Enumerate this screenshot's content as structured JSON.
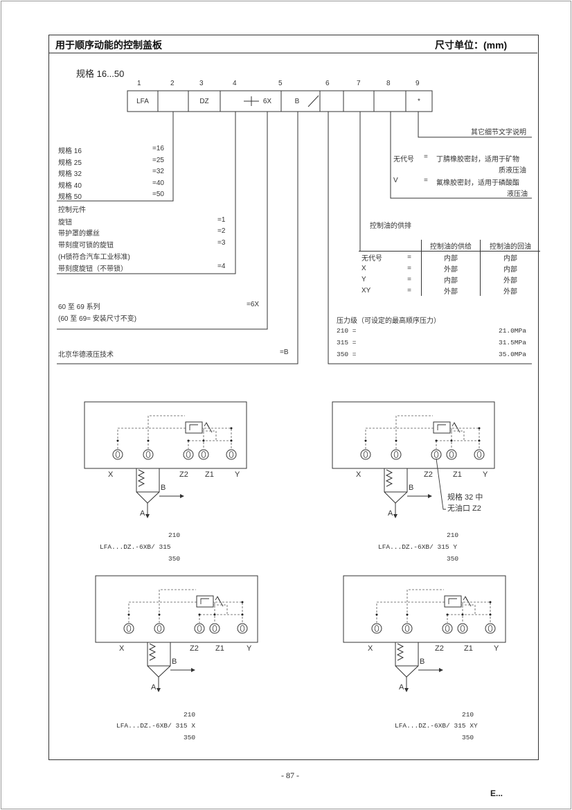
{
  "header": {
    "title": "用于顺序动能的控制盖板",
    "unit": "尺寸单位：(mm)"
  },
  "ordering": {
    "label": "规格 16...50",
    "positions": [
      "1",
      "2",
      "3",
      "4",
      "5",
      "6",
      "7",
      "8",
      "9"
    ],
    "codes": {
      "c1": "LFA",
      "c3": "DZ",
      "c4": "6X",
      "c5": "B",
      "c9": "*"
    }
  },
  "details_note": "其它细节文字说明",
  "sizes": [
    {
      "name": "规格 16",
      "code": "=16"
    },
    {
      "name": "规格 25",
      "code": "=25"
    },
    {
      "name": "规格 32",
      "code": "=32"
    },
    {
      "name": "规格 40",
      "code": "=40"
    },
    {
      "name": "规格 50",
      "code": "=50"
    }
  ],
  "seals": {
    "row1_code": "无代号",
    "row1_eq": "=",
    "row1_l1": "丁腈橡胶密封，适用于矿物",
    "row1_l2": "质液压油",
    "row2_code": "V",
    "row2_eq": "=",
    "row2_l1": "氟橡胶密封，适用于磷酸酯",
    "row2_l2": "液压油"
  },
  "control": {
    "title": "控制元件",
    "items": [
      {
        "name": "旋钮",
        "code": "=1"
      },
      {
        "name": "带护罩的螺丝",
        "code": "=2"
      },
      {
        "name": "带刻度可锁的旋钮",
        "code": "=3"
      },
      {
        "name": "(H锁符合汽车工业标准)",
        "code": ""
      },
      {
        "name": "带刻度旋钮（不带锁）",
        "code": "=4"
      }
    ]
  },
  "supply": {
    "title": "控制油的供排",
    "col_supply": "控制油的供给",
    "col_return": "控制油的回油",
    "rows": [
      {
        "code": "无代号",
        "eq": "=",
        "supply": "内部",
        "ret": "内部"
      },
      {
        "code": "X",
        "eq": "=",
        "supply": "外部",
        "ret": "内部"
      },
      {
        "code": "Y",
        "eq": "=",
        "supply": "内部",
        "ret": "外部"
      },
      {
        "code": "XY",
        "eq": "=",
        "supply": "外部",
        "ret": "外部"
      }
    ]
  },
  "series": {
    "l1": "60 至 69 系列",
    "l1_code": "=6X",
    "l2": "(60 至 69= 安装尺寸不变)"
  },
  "maker": {
    "name": "北京华德液压技术",
    "code": "=B"
  },
  "pressure": {
    "title": "压力级（可设定的最高顺序压力）",
    "rows": [
      {
        "code": "210 =",
        "value": "21.0MPa"
      },
      {
        "code": "315 =",
        "value": "31.5MPa"
      },
      {
        "code": "350 =",
        "value": "35.0MPa"
      }
    ]
  },
  "port_labels": {
    "x": "X",
    "z2": "Z2",
    "z1": "Z1",
    "y": "Y",
    "a": "A",
    "b": "B"
  },
  "note_d2": {
    "l1": "规格 32 中",
    "l2": "无油口 Z2"
  },
  "diagrams": [
    {
      "p1": "210",
      "code": "LFA...DZ.-6XB/ 315",
      "p3": "350"
    },
    {
      "p1": "210",
      "code": "LFA...DZ.-6XB/ 315 Y",
      "p3": "350"
    },
    {
      "p1": "210",
      "code": "LFA...DZ.-6XB/ 315 X",
      "p3": "350"
    },
    {
      "p1": "210",
      "code": "LFA...DZ.-6XB/ 315 XY",
      "p3": "350"
    }
  ],
  "footer": {
    "page": "- 87 -",
    "mark": "E..."
  }
}
